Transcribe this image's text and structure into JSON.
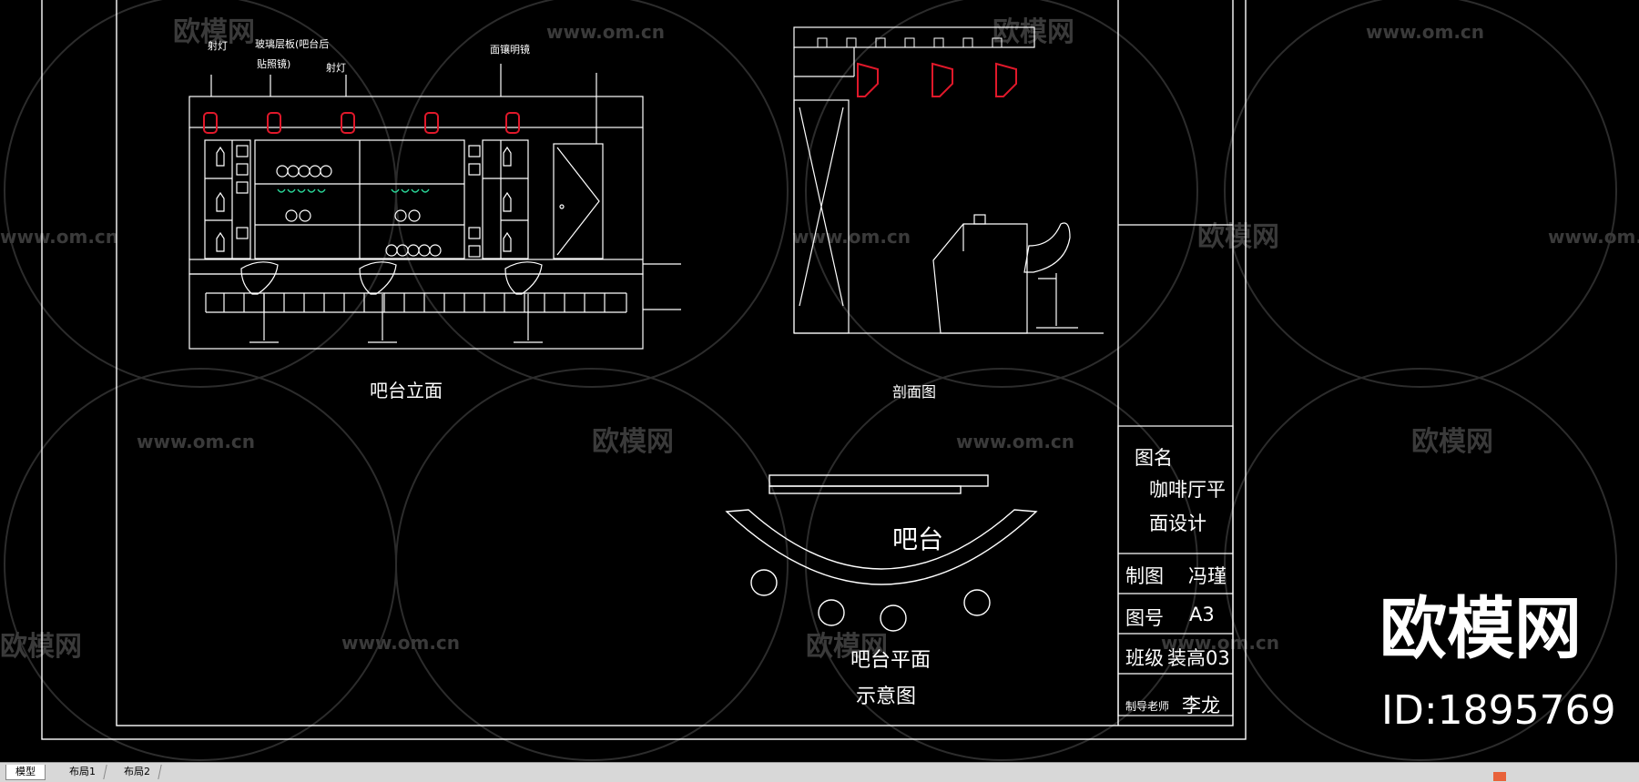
{
  "watermark": {
    "brand_text": "欧模网",
    "url_text": "www.om.cn",
    "corner_brand": "欧模网",
    "corner_id": "ID:1895769"
  },
  "drawing": {
    "elevation_title": "吧台立面",
    "section_title": "剖面图",
    "plan_title_line1": "吧台平面",
    "plan_title_line2": "示意图",
    "plan_bar_label": "吧台",
    "annotations": {
      "spotlight_left": "射灯",
      "glass_shelf_line1": "玻璃层板(吧台后",
      "glass_shelf_line2": "贴照镜)",
      "spotlight_mid": "射灯",
      "mirror": "面镶明镜"
    }
  },
  "title_block": {
    "name_label": "图名",
    "name_line1": "咖啡厅平",
    "name_line2": "面设计",
    "drafter_label": "制图",
    "drafter_value": "冯瑾",
    "number_label": "图号",
    "number_value": "A3",
    "class_label": "班级",
    "class_value": "装高03",
    "teacher_label": "制导老师",
    "teacher_value": "李龙"
  },
  "tabs": [
    {
      "label": "模型"
    },
    {
      "label": "布局1"
    },
    {
      "label": "布局2"
    }
  ],
  "colors": {
    "background": "#000000",
    "line": "#ffffff",
    "light_fixture": "#e0182a",
    "glassware": "#2ad99a",
    "accent": "#e8623a"
  }
}
